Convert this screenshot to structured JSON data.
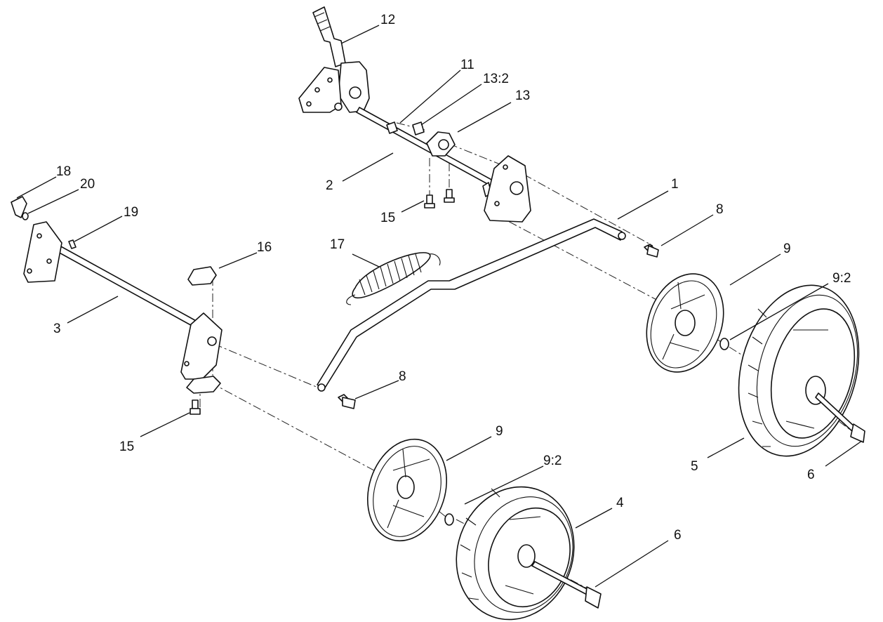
{
  "callouts": {
    "c1": "1",
    "c2": "2",
    "c3": "3",
    "c4": "4",
    "c5": "5",
    "c6_right": "6",
    "c6_front": "6",
    "c8_top": "8",
    "c8_mid": "8",
    "c9_rear": "9",
    "c9_front": "9",
    "c9_2_rear": "9:2",
    "c9_2_front": "9:2",
    "c11": "11",
    "c12": "12",
    "c13_2": "13:2",
    "c13": "13",
    "c15_top": "15",
    "c15_low": "15",
    "c16": "16",
    "c17": "17",
    "c18": "18",
    "c19": "19",
    "c20": "20"
  }
}
